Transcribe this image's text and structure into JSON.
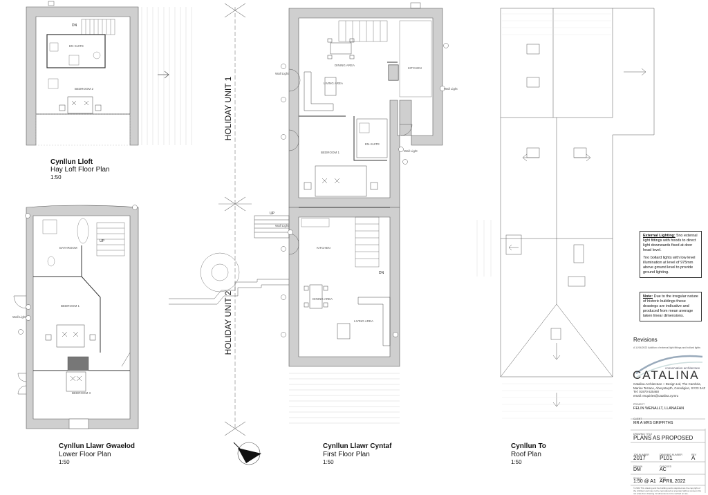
{
  "plans": {
    "hayloft": {
      "title_cy": "Cynllun Lloft",
      "title_en": "Hay Loft Floor Plan",
      "scale": "1:50"
    },
    "lower": {
      "title_cy": "Cynllun Llawr Gwaelod",
      "title_en": "Lower Floor Plan",
      "scale": "1:50"
    },
    "first": {
      "title_cy": "Cynllun Llawr Cyntaf",
      "title_en": "First Floor Plan",
      "scale": "1:50"
    },
    "roof": {
      "title_cy": "Cynllun To",
      "title_en": "Roof Plan",
      "scale": "1:50"
    }
  },
  "units": {
    "unit1": "HOLIDAY UNIT 1",
    "unit2": "HOLIDAY UNIT 2"
  },
  "rooms": {
    "dn": "DN",
    "ensuite": "EN-SUITE",
    "bedroom2": "BEDROOM 2",
    "bathroom": "BATHROOM",
    "up": "UP",
    "bedroom1": "BEDROOM 1",
    "bedroom3": "BEDROOM 3",
    "dining": "DINING AREA",
    "living": "LIVING AREA",
    "kitchen": "KITCHEN",
    "wall_light": "Wall Light"
  },
  "notes": {
    "lighting_head": "External Lighting:",
    "lighting_1": "5no external light fittings with hoods to direct light downwards fixed at door head level.",
    "lighting_2": "7no bollard lights with low level illumination at level of 975mm above ground level to provide ground lighting.",
    "note_head": "Note:",
    "note_1": "Due to the irregular nature of historic buildings these drawings are indicative and produced from mean average taken linear dimensions."
  },
  "titleblock": {
    "revisions": "Revisions",
    "rev_line": "A  11/04/2022  Addition of external light fittings and bollard lights",
    "brand_tag": "conservation architecture",
    "brand": "CATALINA",
    "addr1": "Catalina Architecture + Design Ltd, The Cambria,",
    "addr2": "Marine Terrace, Aberystwyth, Ceredigion, SY23 2AZ",
    "tel": "Tel: 01970 625460",
    "email": "email: enquiries@catalina.cymru",
    "project_lbl": "PROJECT",
    "project": "FELIN WENALLT, LLANAFAN",
    "client_lbl": "CLIENT",
    "client": "MR A MRS GRIFFITHS",
    "drawing_lbl": "DRAWING TITLE",
    "drawing": "PLANS AS PROPOSED",
    "job_lbl": "JOB NUMBER",
    "job": "2017",
    "dwg_lbl": "DRAWING NUMBER",
    "dwg": "PL01",
    "rev_lbl": "REV",
    "rev": "A",
    "drawn_lbl": "DRAWN",
    "drawn": "DM",
    "checked_lbl": "CHECKED",
    "checked": "AC",
    "scale_lbl": "SCALE",
    "scale": "1:50 @ A1",
    "date_lbl": "DATE",
    "date": "APRIL 2022",
    "footer": "© 2022 This drawing and the building works depicted are the copyright of the Architect and may not be reproduced or amended without consent. Do not scale from drawing. All dimensions to be verified on site."
  },
  "icons": [
    "north-arrow-icon",
    "arrow-icon",
    "bed-icon",
    "table-icon",
    "sofa-icon",
    "tree-icon"
  ]
}
